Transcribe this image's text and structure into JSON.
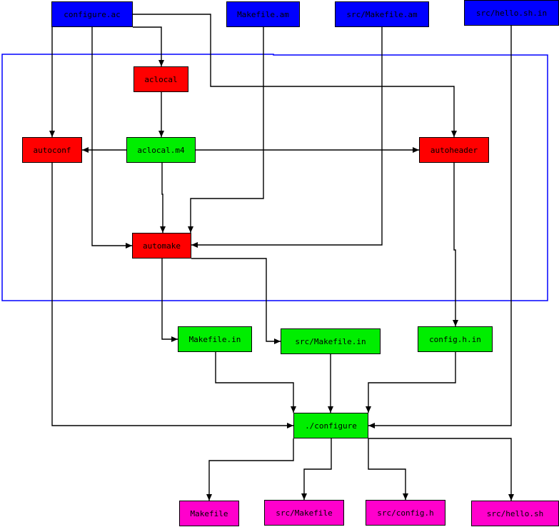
{
  "colors": {
    "input": "#0000ff",
    "tool": "#ff0000",
    "generated": "#00ee00",
    "output": "#ff00cc",
    "group_border": "#0000ff",
    "edge": "#000000"
  },
  "nodes": [
    {
      "id": "configure_ac",
      "label": "configure.ac",
      "kind": "input"
    },
    {
      "id": "makefile_am",
      "label": "Makefile.am",
      "kind": "input"
    },
    {
      "id": "src_makefile_am",
      "label": "src/Makefile.am",
      "kind": "input"
    },
    {
      "id": "src_hello_sh_in",
      "label": "src/hello.sh.in",
      "kind": "input"
    },
    {
      "id": "aclocal",
      "label": "aclocal",
      "kind": "tool"
    },
    {
      "id": "autoconf",
      "label": "autoconf",
      "kind": "tool"
    },
    {
      "id": "aclocal_m4",
      "label": "aclocal.m4",
      "kind": "generated"
    },
    {
      "id": "autoheader",
      "label": "autoheader",
      "kind": "tool"
    },
    {
      "id": "automake",
      "label": "automake",
      "kind": "tool"
    },
    {
      "id": "makefile_in",
      "label": "Makefile.in",
      "kind": "generated"
    },
    {
      "id": "src_makefile_in",
      "label": "src/Makefile.in",
      "kind": "generated"
    },
    {
      "id": "config_h_in",
      "label": "config.h.in",
      "kind": "generated"
    },
    {
      "id": "configure",
      "label": "./configure",
      "kind": "generated"
    },
    {
      "id": "makefile",
      "label": "Makefile",
      "kind": "output"
    },
    {
      "id": "src_makefile",
      "label": "src/Makefile",
      "kind": "output"
    },
    {
      "id": "src_config_h",
      "label": "src/config.h",
      "kind": "output"
    },
    {
      "id": "src_hello_sh",
      "label": "src/hello.sh",
      "kind": "output"
    }
  ],
  "edges": [
    {
      "from": "configure_ac",
      "to": "aclocal"
    },
    {
      "from": "configure_ac",
      "to": "autoconf"
    },
    {
      "from": "configure_ac",
      "to": "automake"
    },
    {
      "from": "configure_ac",
      "to": "autoheader"
    },
    {
      "from": "aclocal",
      "to": "aclocal_m4"
    },
    {
      "from": "aclocal_m4",
      "to": "autoconf"
    },
    {
      "from": "aclocal_m4",
      "to": "autoheader"
    },
    {
      "from": "aclocal_m4",
      "to": "automake"
    },
    {
      "from": "makefile_am",
      "to": "automake"
    },
    {
      "from": "src_makefile_am",
      "to": "automake"
    },
    {
      "from": "automake",
      "to": "makefile_in"
    },
    {
      "from": "automake",
      "to": "src_makefile_in"
    },
    {
      "from": "autoheader",
      "to": "config_h_in"
    },
    {
      "from": "autoconf",
      "to": "configure"
    },
    {
      "from": "makefile_in",
      "to": "configure"
    },
    {
      "from": "src_makefile_in",
      "to": "configure"
    },
    {
      "from": "config_h_in",
      "to": "configure"
    },
    {
      "from": "src_hello_sh_in",
      "to": "configure"
    },
    {
      "from": "configure",
      "to": "makefile"
    },
    {
      "from": "configure",
      "to": "src_makefile"
    },
    {
      "from": "configure",
      "to": "src_config_h"
    },
    {
      "from": "configure",
      "to": "src_hello_sh"
    }
  ]
}
